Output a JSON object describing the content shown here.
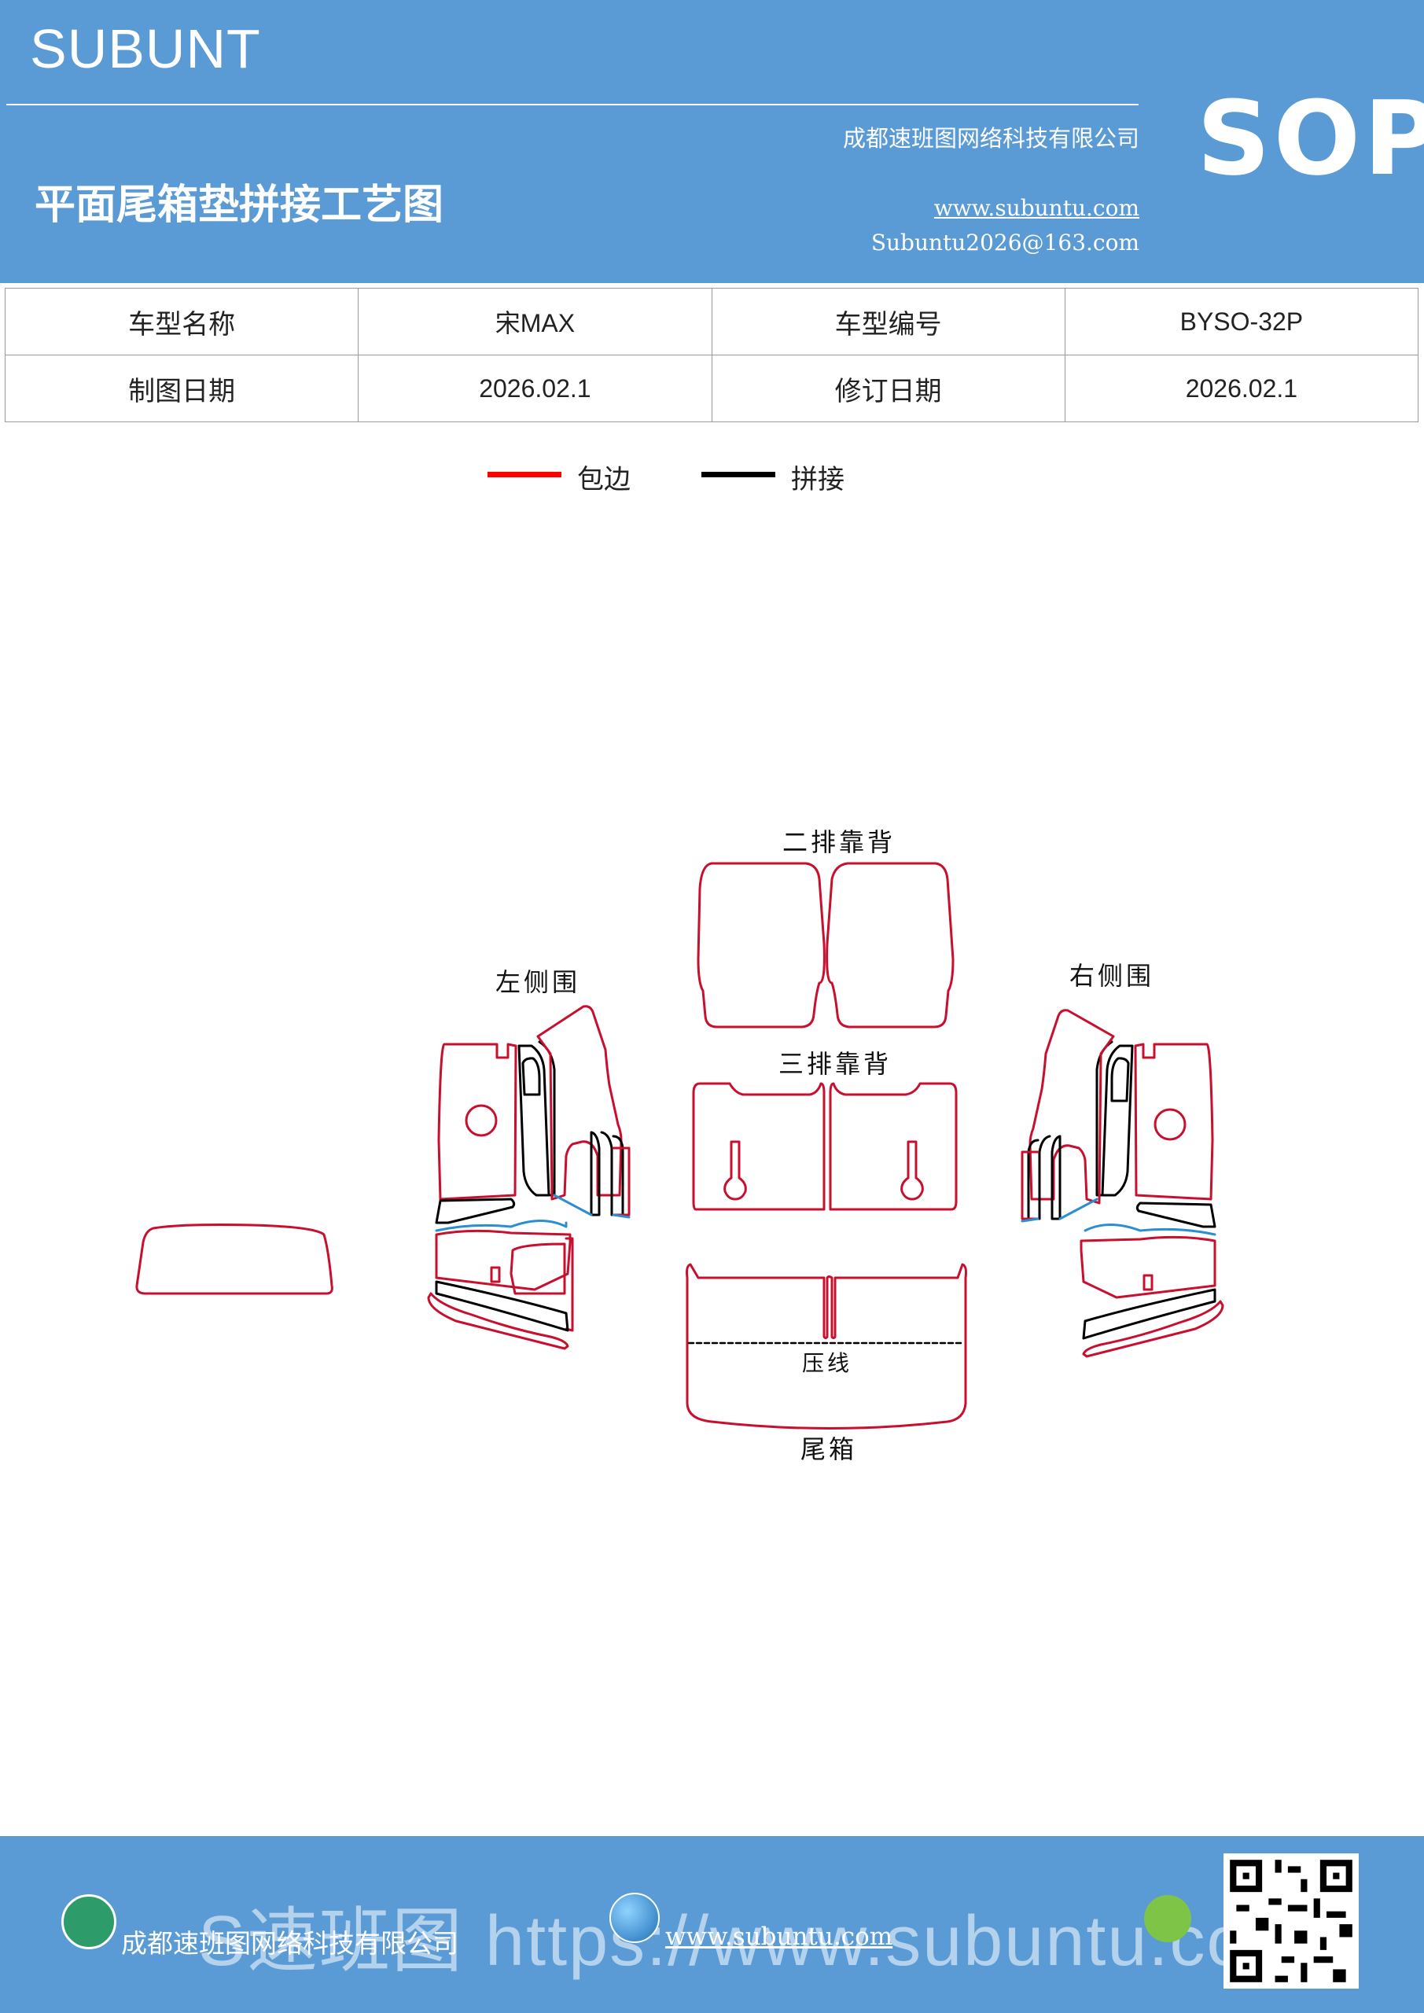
{
  "header": {
    "brand": "SUBUNT",
    "title": "平面尾箱垫拼接工艺图",
    "company": "成都速班图网络科技有限公司",
    "website": "www.subuntu.com",
    "email": "Subuntu2026@163.com",
    "badge": "SOP"
  },
  "info_table": {
    "rows": [
      {
        "label1": "车型名称",
        "value1": "宋MAX",
        "label2": "车型编号",
        "value2": "BYSO-32P"
      },
      {
        "label1": "制图日期",
        "value1": "2026.02.1",
        "label2": "修订日期",
        "value2": "2026.02.1"
      }
    ]
  },
  "legend": {
    "items": [
      {
        "label": "包边",
        "color": "#ff0000"
      },
      {
        "label": "拼接",
        "color": "#000000"
      }
    ]
  },
  "diagram": {
    "labels": {
      "second_row_back": "二排靠背",
      "third_row_back": "三排靠背",
      "left_side": "左侧围",
      "right_side": "右侧围",
      "crease": "压线",
      "trunk": "尾箱"
    },
    "colors": {
      "edge": "#c8102e",
      "seam": "#000000",
      "blue": "#2a8fd0"
    }
  },
  "footer": {
    "company": "成都速班图网络科技有限公司",
    "website": "www.subuntu.com",
    "watermark": "S速班图 https://www.subuntu.com"
  }
}
